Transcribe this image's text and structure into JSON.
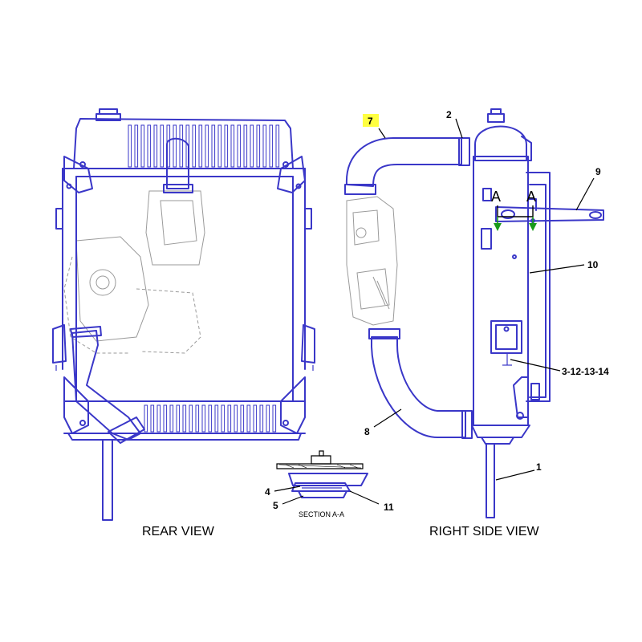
{
  "captions": {
    "rear_view": "REAR VIEW",
    "right_side_view": "RIGHT SIDE VIEW",
    "section": "SECTION A-A"
  },
  "section_markers": {
    "left": "A",
    "right": "A"
  },
  "callouts": {
    "c1": "1",
    "c2": "2",
    "c3": "3-12-13-14",
    "c4": "4",
    "c5": "5",
    "c7": "7",
    "c8": "8",
    "c9": "9",
    "c10": "10",
    "c11": "11"
  },
  "colors": {
    "part_line": "#3a37c8",
    "ghost_line": "#9a9a9a",
    "highlight": "#ffff40",
    "section_arrow": "#1a9a1a"
  }
}
